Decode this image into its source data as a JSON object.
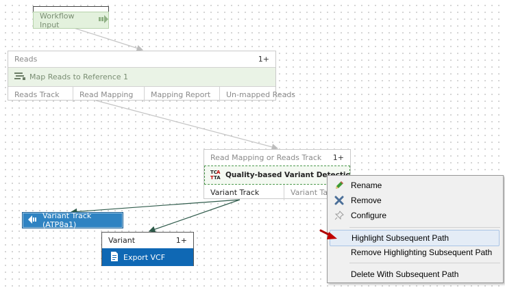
{
  "workflow_input": {
    "label": "Workflow Input"
  },
  "reads_node": {
    "header": "Reads",
    "count": "1+",
    "tool": "Map Reads to Reference 1",
    "outputs": [
      "Reads Track",
      "Read Mapping",
      "Mapping Report",
      "Un-mapped Reads"
    ]
  },
  "variant_node": {
    "header": "Read Mapping or Reads Track",
    "count": "1+",
    "tool": "Quality-based Variant Detection",
    "outputs": [
      "Variant Track",
      "Variant Table"
    ]
  },
  "variant_track_output": {
    "label": "Variant Track (ATP8a1)"
  },
  "export_node": {
    "header": "Variant",
    "count": "1+",
    "tool": "Export VCF"
  },
  "context_menu": {
    "items": [
      {
        "label": "Rename",
        "icon": "pencil-icon"
      },
      {
        "label": "Remove",
        "icon": "x-icon"
      },
      {
        "label": "Configure",
        "icon": "pin-icon"
      },
      {
        "label": "Highlight Subsequent Path",
        "icon": "",
        "highlighted": true
      },
      {
        "label": "Remove Highlighting Subsequent Path",
        "icon": ""
      },
      {
        "label": "Delete With Subsequent Path",
        "icon": ""
      }
    ]
  },
  "colors": {
    "tool_green_bg": "#eaf3e6",
    "output_blue": "#2f83c2",
    "export_blue": "#0f68b4",
    "menu_highlight": "#e4ecf6",
    "pointer_red": "#c00000"
  }
}
